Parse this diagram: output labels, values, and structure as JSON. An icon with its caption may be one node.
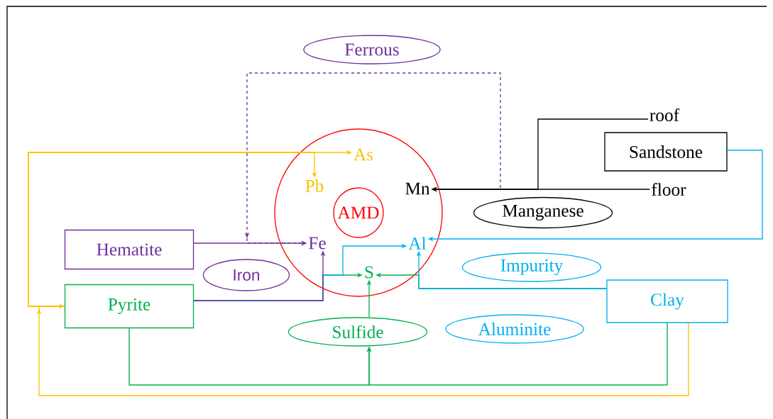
{
  "diagram": {
    "nodes": [
      {
        "text": [
          "Ferrous"
        ]
      },
      {
        "text": [],
        "shape": "circle"
      },
      {
        "text": [
          "As"
        ],
        "in": 1
      },
      {
        "text": [
          "Pb"
        ],
        "in": 1
      },
      {
        "text": [
          "Mn"
        ],
        "in": 1
      },
      {
        "text": [
          "AMD"
        ],
        "in": 1
      },
      {
        "text": [
          "Fe"
        ],
        "in": 1
      },
      {
        "text": [
          "Al"
        ],
        "in": 1
      },
      {
        "text": [
          "S"
        ],
        "in": 1
      },
      {
        "text": [
          "Hematite"
        ]
      },
      {
        "text": [
          "Iron"
        ]
      },
      {
        "text": [
          "Pyrite"
        ]
      },
      {
        "text": [
          "Sulfide"
        ]
      },
      {
        "text": [
          "Impurity"
        ]
      },
      {
        "text": [
          "Aluminite"
        ]
      },
      {
        "text": [
          "Clay"
        ]
      },
      {
        "text": [
          "Sandstone"
        ]
      },
      {
        "text": [
          "roof"
        ]
      },
      {
        "text": [
          "floor"
        ]
      },
      {
        "text": [
          "Manganese"
        ]
      }
    ],
    "edges": [
      {
        "from": null,
        "to": 6,
        "arrow": "to",
        "style": "dashed",
        "color": "#7030a0"
      },
      {
        "from": 9,
        "to": 6,
        "arrow": "to",
        "color": "#7030a0"
      },
      {
        "from": 11,
        "to": 6,
        "arrow": "to",
        "color": "#7030a0"
      },
      {
        "from": 11,
        "to": 2,
        "arrow": "to",
        "color": "#ffc000"
      },
      {
        "from": 11,
        "to": 3,
        "arrow": "to",
        "color": "#ffc000"
      },
      {
        "from": 15,
        "to": 11,
        "arrow": "to",
        "color": "#ffc000"
      },
      {
        "from": 16,
        "to": 7,
        "arrow": "to",
        "color": "#00b0f0"
      },
      {
        "from": 15,
        "to": 7,
        "arrow": "to",
        "color": "#00b0f0"
      },
      {
        "from": 15,
        "to": 8,
        "arrow": "to",
        "color": "#00b050"
      },
      {
        "from": 11,
        "to": 8,
        "arrow": "to",
        "color": "#00b050"
      },
      {
        "from": 11,
        "to": 7,
        "arrow": "to",
        "color": "#00b0f0"
      },
      {
        "from": 12,
        "to": 8,
        "arrow": "to",
        "color": "#00b050"
      },
      {
        "from": 11,
        "to": 12,
        "arrow": "to",
        "color": "#00b050"
      },
      {
        "from": 15,
        "to": 12,
        "arrow": "to",
        "color": "#00b050"
      },
      {
        "from": 17,
        "to": 4,
        "arrow": "to",
        "color": "#000000"
      },
      {
        "from": 18,
        "to": 4,
        "arrow": "to",
        "color": "#000000"
      }
    ]
  }
}
